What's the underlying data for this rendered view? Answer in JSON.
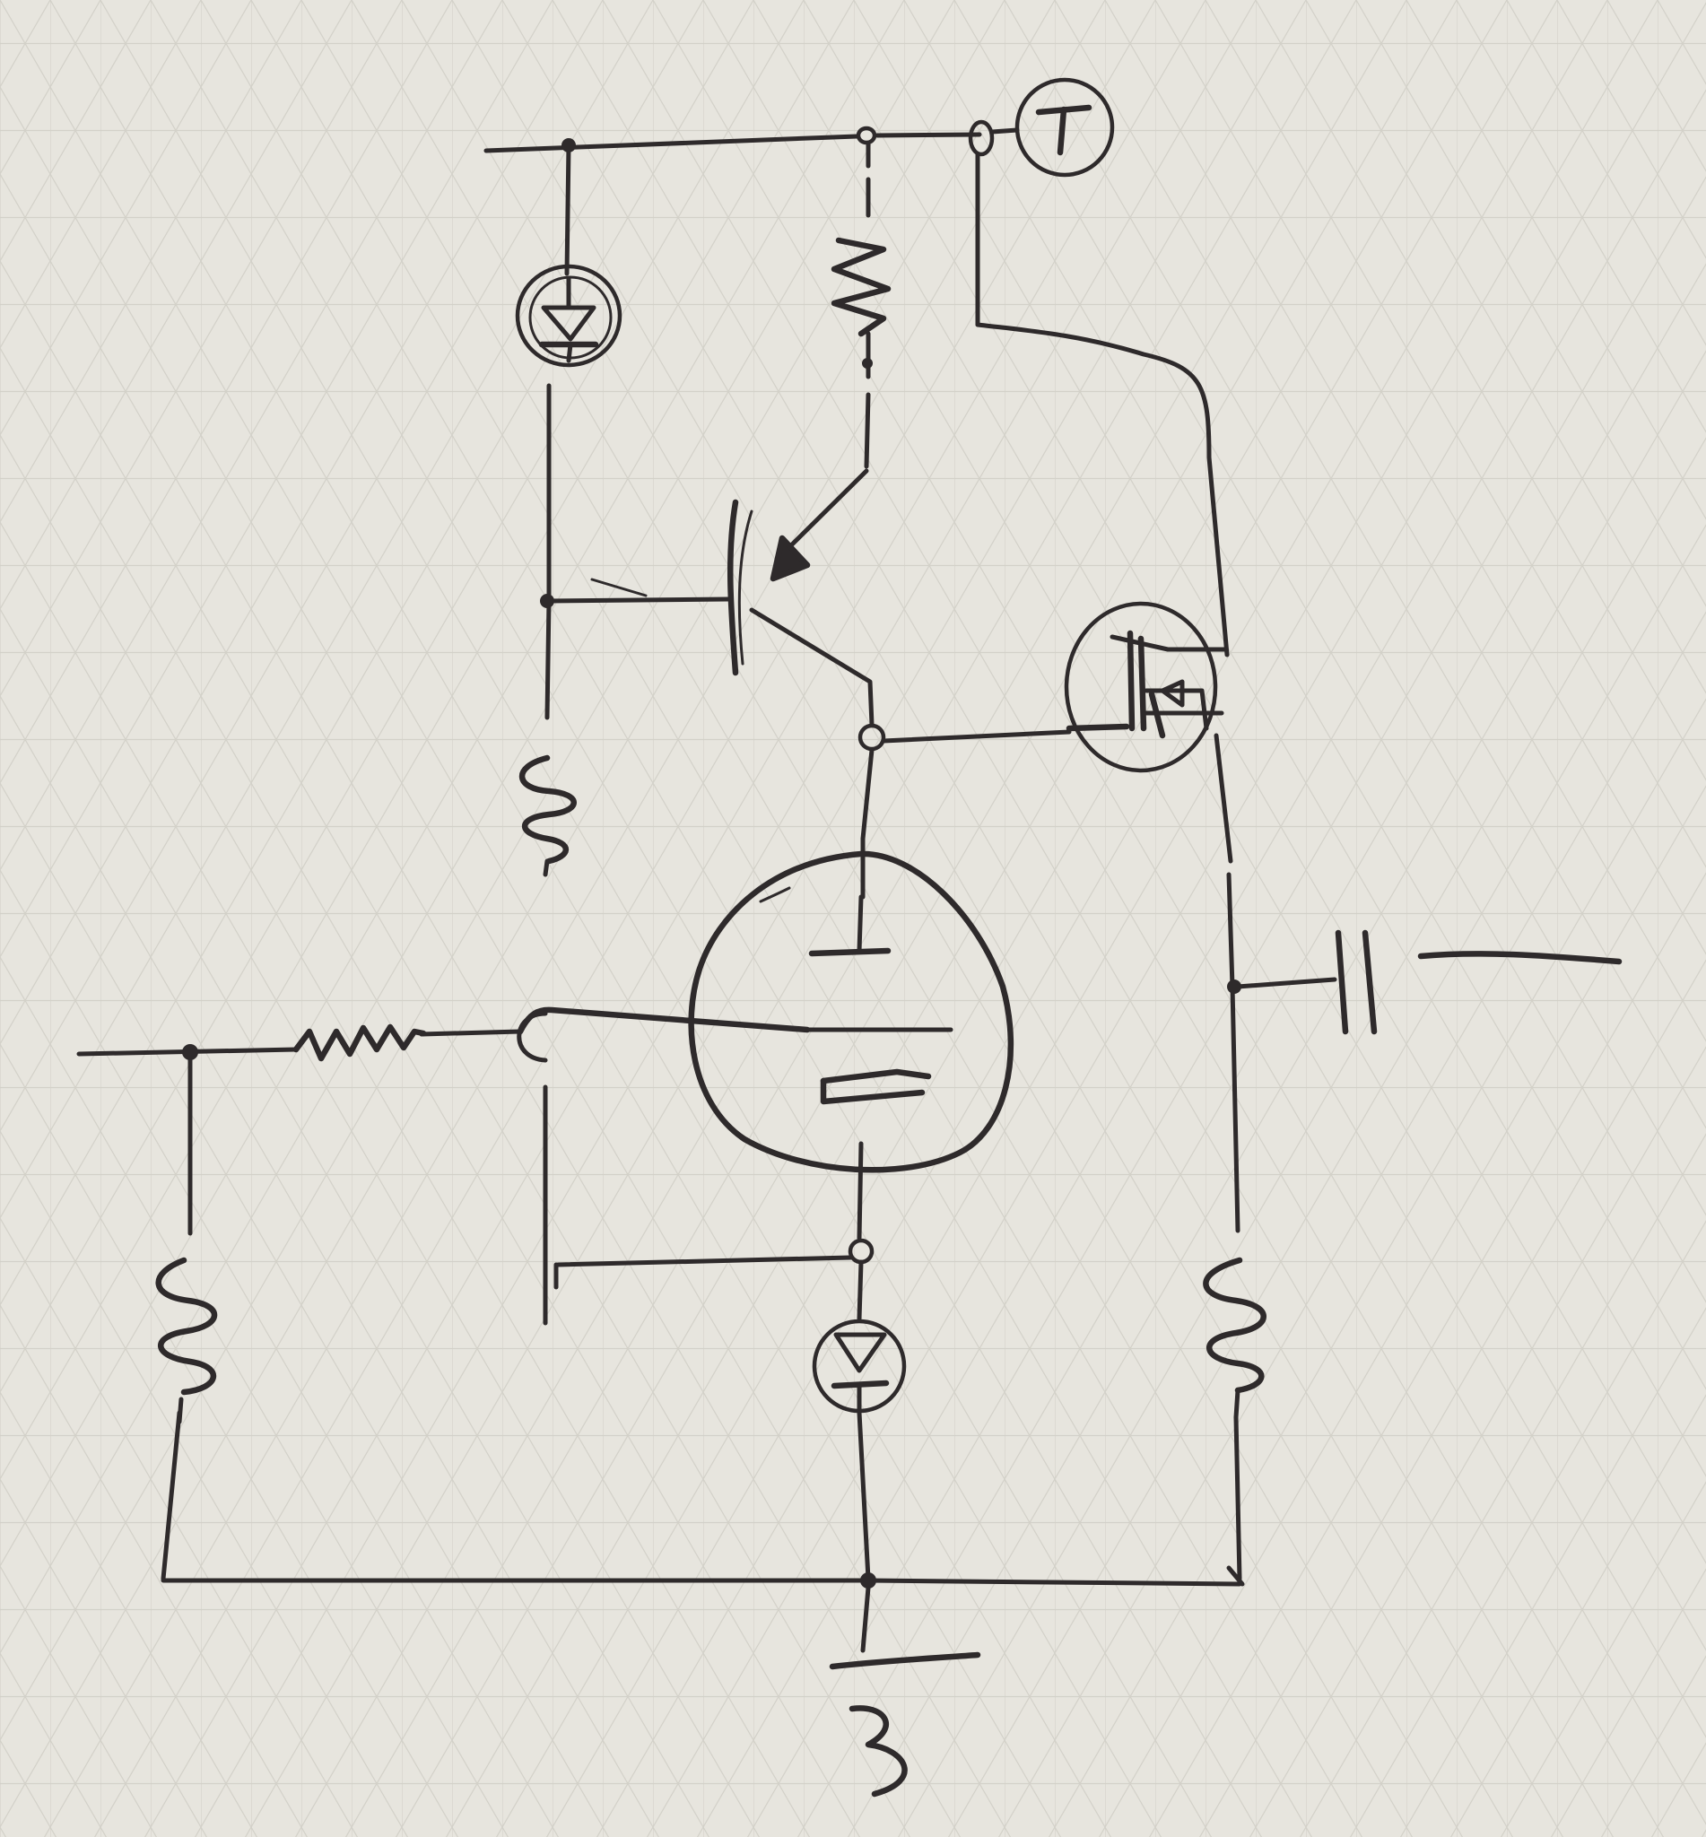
{
  "sheet": {
    "paper": "graph-paper-isometric",
    "paper_color": "#e7e5de",
    "grid_color": "#d3d1c9",
    "ink_color": "#2e2a2b"
  },
  "schematic": {
    "components": [
      {
        "name": "power-supply-symbol"
      },
      {
        "name": "zener-diode-top"
      },
      {
        "name": "resistor-emitter"
      },
      {
        "name": "pnp-transistor"
      },
      {
        "name": "resistor-bias"
      },
      {
        "name": "resistor-input"
      },
      {
        "name": "resistor-input-shunt"
      },
      {
        "name": "op-amp-vacuum-tube"
      },
      {
        "name": "zener-diode-bottom"
      },
      {
        "name": "mosfet"
      },
      {
        "name": "capacitor-output"
      },
      {
        "name": "resistor-load"
      },
      {
        "name": "ground-symbol"
      }
    ]
  }
}
